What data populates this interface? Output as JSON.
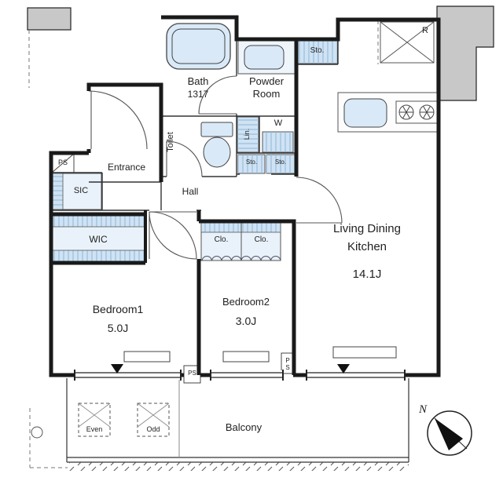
{
  "floorplan": {
    "rooms": {
      "bath": {
        "name": "Bath",
        "size": "1317"
      },
      "powder_room": {
        "name": "Powder Room"
      },
      "toilet": {
        "name": "Toilet"
      },
      "linen": {
        "name": "Lin."
      },
      "washer": {
        "name": "W"
      },
      "storage_top": {
        "name": "Sto."
      },
      "storage_left": {
        "name": "Sto."
      },
      "storage_right": {
        "name": "Sto."
      },
      "refrigerator": {
        "name": "R"
      },
      "pipe_space_top": {
        "name": "PS"
      },
      "entrance": {
        "name": "Entrance"
      },
      "shoe_closet": {
        "name": "SIC"
      },
      "hall": {
        "name": "Hall"
      },
      "walk_in_closet": {
        "name": "WIC"
      },
      "closet_left": {
        "name": "Clo."
      },
      "closet_right": {
        "name": "Clo."
      },
      "living_dining_kitchen": {
        "name": "Living Dining Kitchen",
        "size": "14.1J"
      },
      "bedroom1": {
        "name": "Bedroom1",
        "size": "5.0J"
      },
      "bedroom2": {
        "name": "Bedroom2",
        "size": "3.0J"
      },
      "balcony": {
        "name": "Balcony"
      },
      "pipe_space_mid": {
        "name": "PS"
      },
      "pipe_space_lower": {
        "name": "PS"
      },
      "hatch_even": {
        "name": "Even"
      },
      "hatch_odd": {
        "name": "Odd"
      }
    },
    "compass": {
      "north": "N"
    },
    "colors": {
      "wall": "#1a1a1a",
      "fixture_fill": "#d9e9f7",
      "fixture_fill_strong": "#cfe3f4",
      "hatch_line": "#8fb4d6",
      "column_gray": "#c8c8c8"
    }
  }
}
